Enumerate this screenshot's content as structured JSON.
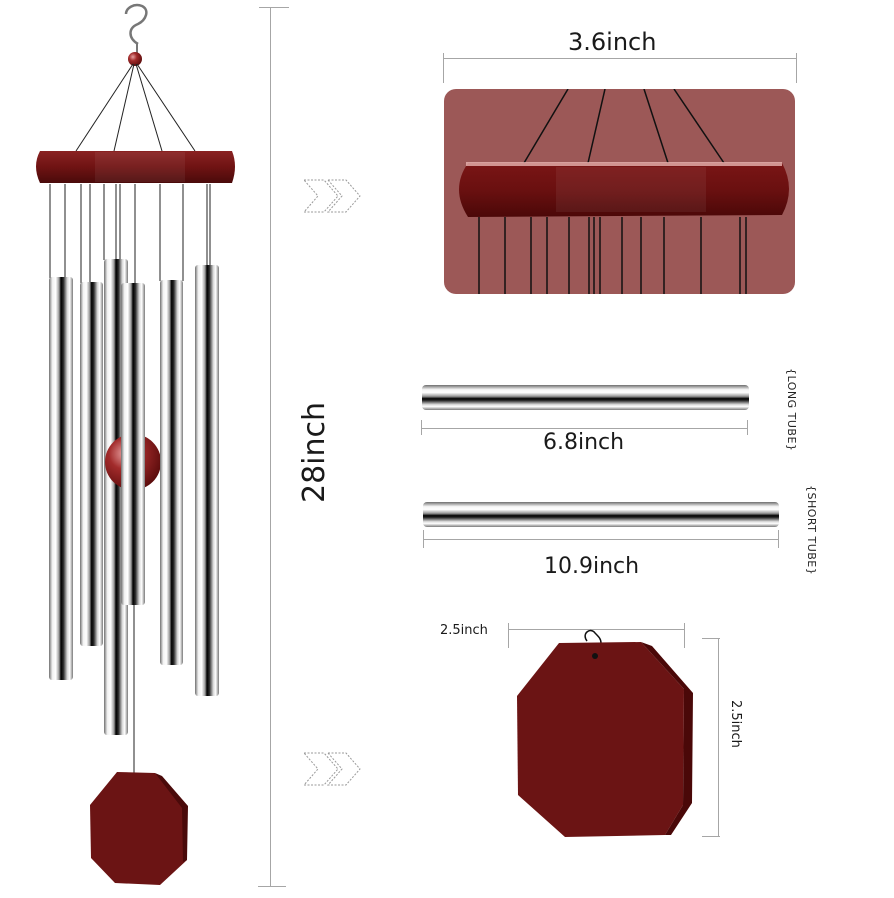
{
  "product": {
    "name": "wind chime",
    "colors": {
      "wood": "#6b1414",
      "wood_light": "#8a2a2a",
      "silver": "#d9d9d9",
      "detail_bg": "#9c5857",
      "dim_line": "#a6a6a6"
    }
  },
  "dimensions": {
    "overall_height": "28inch",
    "top_ring_diameter": "3.6inch",
    "long_tube_length": "6.8inch",
    "short_tube_length": "10.9inch",
    "sail_width": "2.5inch",
    "sail_height": "2.5inch"
  },
  "labels": {
    "long_tube": "{LONG TUBE}",
    "short_tube": "{SHORT TUBE}"
  },
  "icons": {
    "arrow_top": "chevron-double-right",
    "arrow_bottom": "chevron-double-right"
  }
}
